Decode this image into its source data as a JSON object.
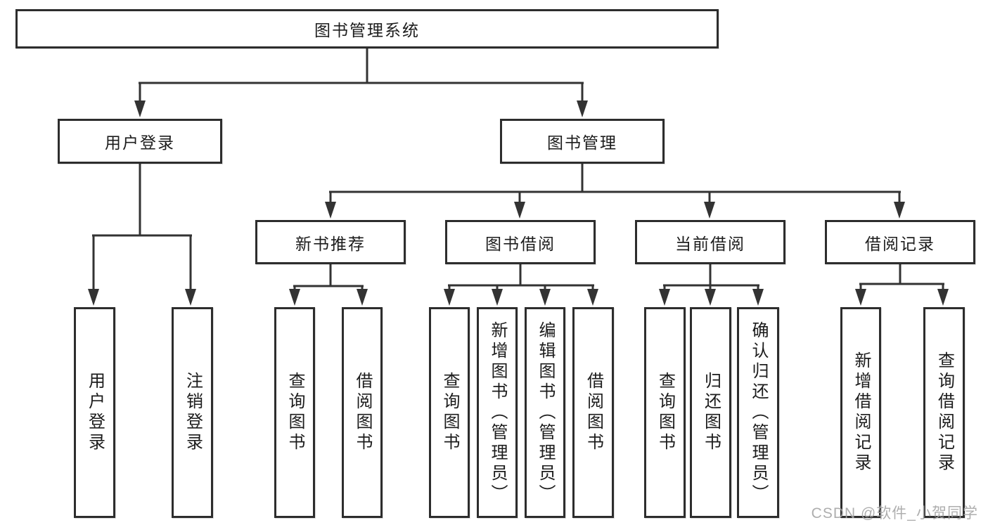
{
  "diagram": {
    "root": {
      "label": "图书管理系统"
    },
    "branches": [
      {
        "label": "用户登录",
        "children": [
          {
            "label": "用户登录"
          },
          {
            "label": "注销登录"
          }
        ]
      },
      {
        "label": "图书管理",
        "children": [
          {
            "label": "新书推荐",
            "children": [
              {
                "label": "查询图书"
              },
              {
                "label": "借阅图书"
              }
            ]
          },
          {
            "label": "图书借阅",
            "children": [
              {
                "label": "查询图书"
              },
              {
                "label": "新增图书（管理员）"
              },
              {
                "label": "编辑图书（管理员）"
              },
              {
                "label": "借阅图书"
              }
            ]
          },
          {
            "label": "当前借阅",
            "children": [
              {
                "label": "查询图书"
              },
              {
                "label": "归还图书"
              },
              {
                "label": "确认归还（管理员）"
              }
            ]
          },
          {
            "label": "借阅记录",
            "children": [
              {
                "label": "新增借阅记录"
              },
              {
                "label": "查询借阅记录"
              }
            ]
          }
        ]
      }
    ]
  },
  "watermark": {
    "text": "CSDN @软件_小贺同学"
  },
  "colors": {
    "line": "#333333",
    "box_border": "#2d2d2d",
    "text": "#1c1c1c",
    "watermark": "#a5a5a5",
    "background": "#ffffff"
  }
}
